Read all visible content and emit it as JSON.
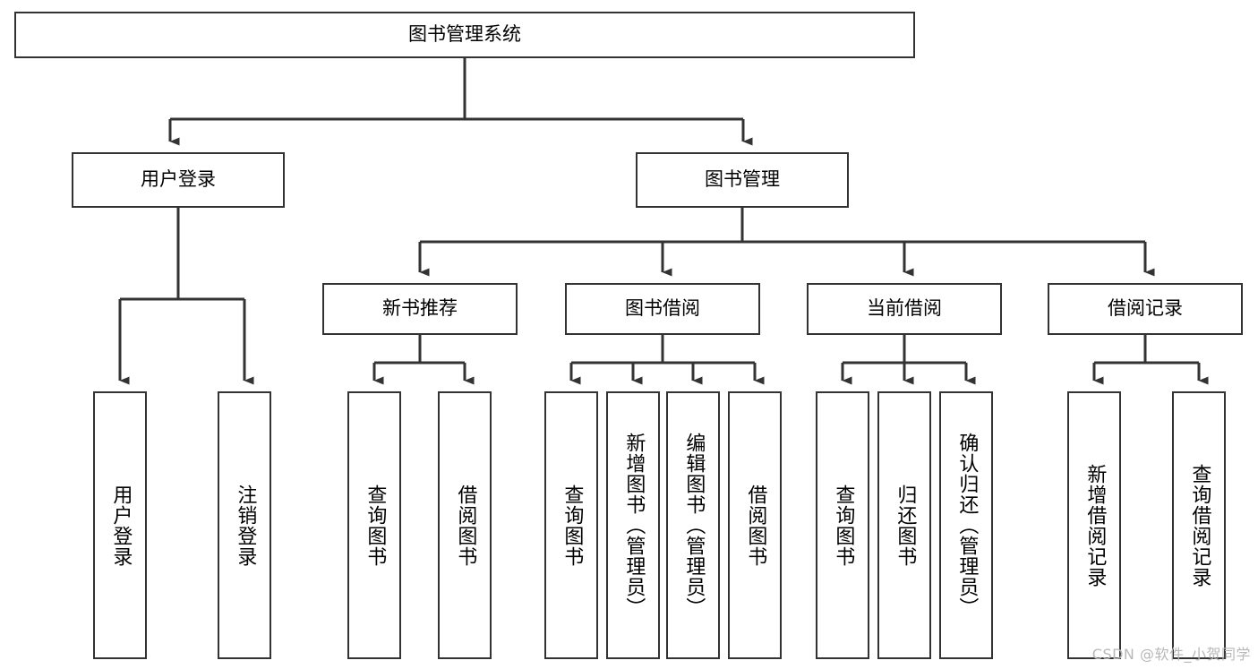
{
  "diagram": {
    "type": "tree-hierarchy-chart",
    "title_node": {
      "id": "root",
      "label": "图书管理系统"
    },
    "level2": [
      {
        "id": "user-login",
        "label": "用户登录"
      },
      {
        "id": "book-manage",
        "label": "图书管理"
      }
    ],
    "level3": [
      {
        "id": "new-book-recommend",
        "label": "新书推荐",
        "parent": "book-manage"
      },
      {
        "id": "book-borrow",
        "label": "图书借阅",
        "parent": "book-manage"
      },
      {
        "id": "current-borrow",
        "label": "当前借阅",
        "parent": "book-manage"
      },
      {
        "id": "borrow-record",
        "label": "借阅记录",
        "parent": "book-manage"
      }
    ],
    "leaves": {
      "user_login": [
        {
          "id": "leaf-user-login",
          "label": "用户登录"
        },
        {
          "id": "leaf-user-logout",
          "label": "注销登录"
        }
      ],
      "new_book_recommend": [
        {
          "id": "leaf-query-book-1",
          "label": "查询图书"
        },
        {
          "id": "leaf-borrow-book-1",
          "label": "借阅图书"
        }
      ],
      "book_borrow": [
        {
          "id": "leaf-query-book-2",
          "label": "查询图书"
        },
        {
          "id": "leaf-add-book",
          "label": "新增图书（管理员）"
        },
        {
          "id": "leaf-edit-book",
          "label": "编辑图书（管理员）"
        },
        {
          "id": "leaf-borrow-book-2",
          "label": "借阅图书"
        }
      ],
      "current_borrow": [
        {
          "id": "leaf-query-book-3",
          "label": "查询图书"
        },
        {
          "id": "leaf-return-book",
          "label": "归还图书"
        },
        {
          "id": "leaf-confirm-return",
          "label": "确认归还（管理员）"
        }
      ],
      "borrow_record": [
        {
          "id": "leaf-add-record",
          "label": "新增借阅记录"
        },
        {
          "id": "leaf-query-record",
          "label": "查询借阅记录"
        }
      ]
    },
    "colors": {
      "stroke": "#333333",
      "box_fill": "#ffffff",
      "text": "#000000",
      "background": "#ffffff",
      "watermark": "#b8b8b8"
    }
  },
  "watermark": {
    "text": "CSDN @软件_小贺同学"
  }
}
